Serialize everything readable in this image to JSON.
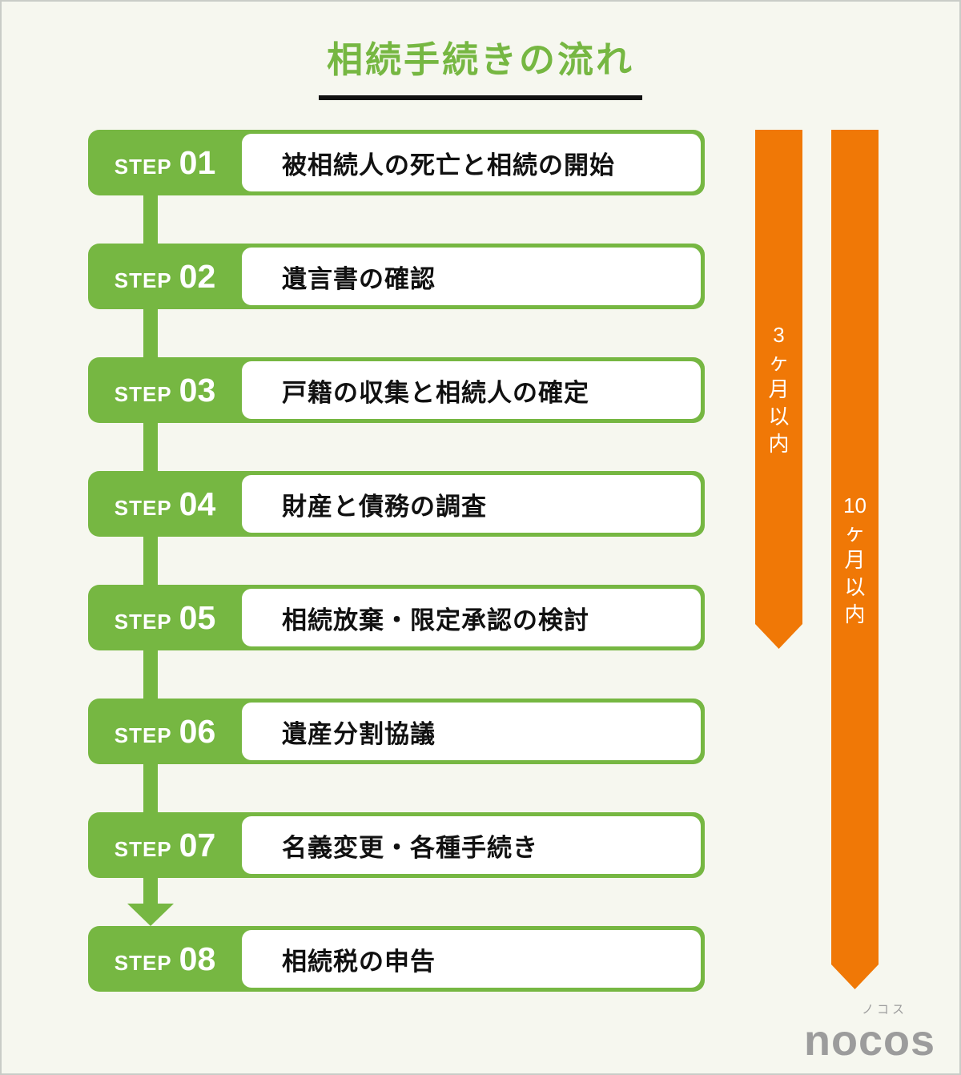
{
  "page": {
    "title": "相続手続きの流れ",
    "background_color": "#f6f7ef",
    "accent_green": "#76b742",
    "accent_orange": "#f07806"
  },
  "steps": [
    {
      "step_label": "STEP",
      "step_number": "01",
      "title": "被相続人の死亡と相続の開始"
    },
    {
      "step_label": "STEP",
      "step_number": "02",
      "title": "遺言書の確認"
    },
    {
      "step_label": "STEP",
      "step_number": "03",
      "title": "戸籍の収集と相続人の確定"
    },
    {
      "step_label": "STEP",
      "step_number": "04",
      "title": "財産と債務の調査"
    },
    {
      "step_label": "STEP",
      "step_number": "05",
      "title": "相続放棄・限定承認の検討"
    },
    {
      "step_label": "STEP",
      "step_number": "06",
      "title": "遺産分割協議"
    },
    {
      "step_label": "STEP",
      "step_number": "07",
      "title": "名義変更・各種手続き"
    },
    {
      "step_label": "STEP",
      "step_number": "08",
      "title": "相続税の申告"
    }
  ],
  "timelines": [
    {
      "label": "3ヶ月以内"
    },
    {
      "label": "10ヶ月以内"
    }
  ],
  "logo": {
    "kana": "ノコス",
    "name": "nocos"
  }
}
